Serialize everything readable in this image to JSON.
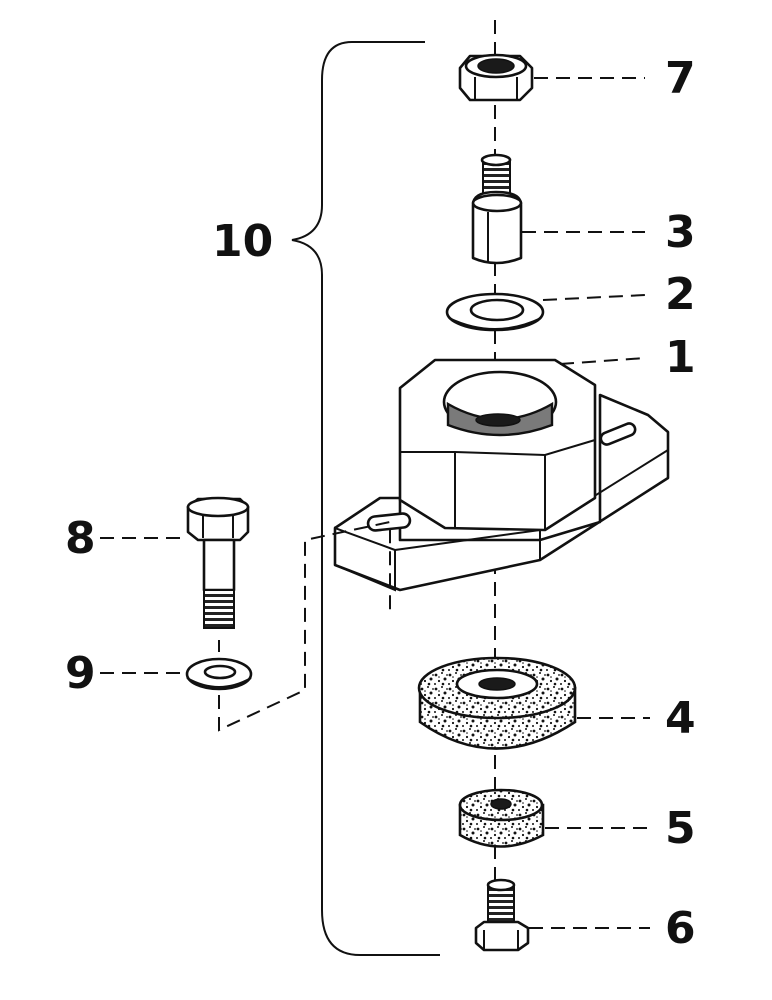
{
  "callouts": {
    "part_1": "1",
    "part_2": "2",
    "part_3": "3",
    "part_4": "4",
    "part_5": "5",
    "part_6": "6",
    "part_7": "7",
    "part_8": "8",
    "part_9": "9",
    "part_10": "10"
  },
  "colors": {
    "ink": "#111111",
    "paper": "#ffffff"
  }
}
